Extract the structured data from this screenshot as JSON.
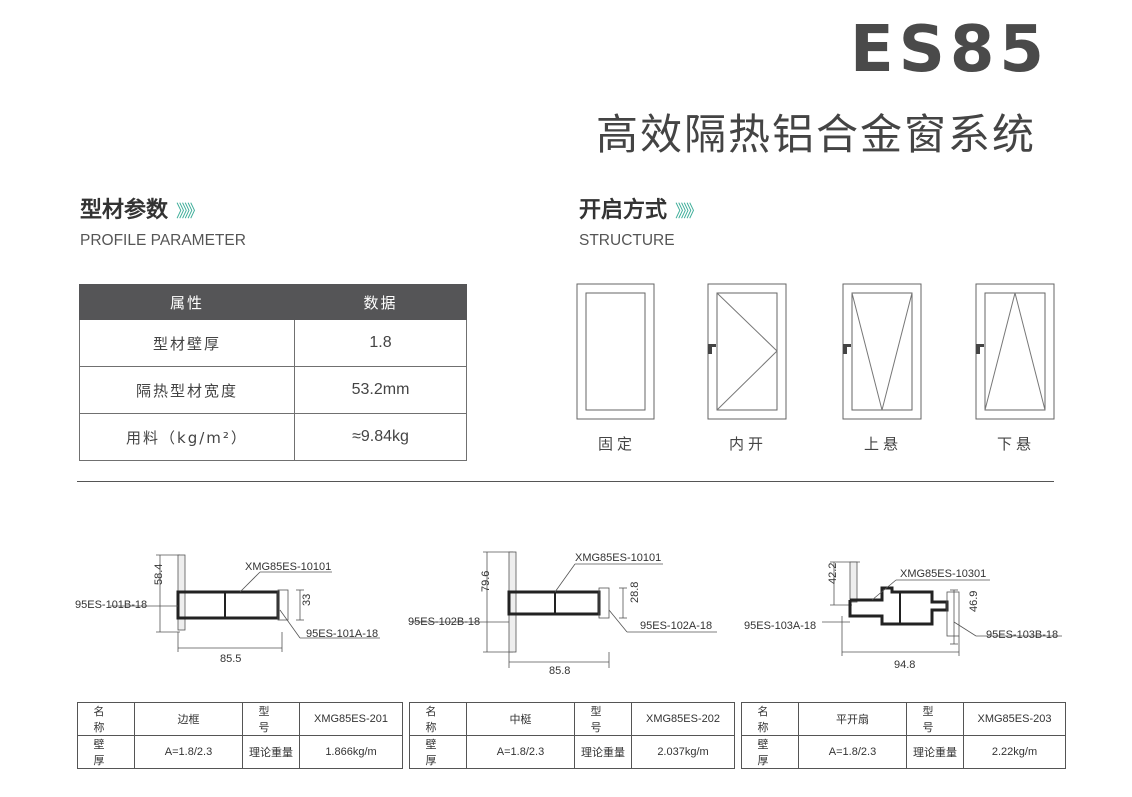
{
  "header": {
    "model": "ES85",
    "subtitle": "高效隔热铝合金窗系统"
  },
  "profile_section": {
    "title_zh": "型材参数",
    "arrows": "》》》",
    "title_en": "PROFILE PARAMETER",
    "table": {
      "headers": [
        "属性",
        "数据"
      ],
      "rows": [
        {
          "attr": "型材壁厚",
          "value": "1.8"
        },
        {
          "attr": "隔热型材宽度",
          "value": "53.2mm"
        },
        {
          "attr": "用料（kg/m²）",
          "value": "≈9.84kg"
        }
      ]
    }
  },
  "structure_section": {
    "title_zh": "开启方式",
    "arrows": "》》》",
    "title_en": "STRUCTURE",
    "windows": [
      {
        "label": "固定",
        "type": "fixed-window-icon"
      },
      {
        "label": "内开",
        "type": "inward-casement-icon"
      },
      {
        "label": "上悬",
        "type": "top-hung-icon"
      },
      {
        "label": "下悬",
        "type": "bottom-hung-icon"
      }
    ]
  },
  "profiles": [
    {
      "part_code": "XMG85ES-10101",
      "left_code": "95ES-101B-18",
      "right_code": "95ES-101A-18",
      "height_dim": "58.4",
      "side_dim": "33",
      "width_dim": "85.5",
      "spec": {
        "name_label": "名 称",
        "name": "边框",
        "model_label": "型 号",
        "model": "XMG85ES-201",
        "wall_label": "壁 厚",
        "wall": "A=1.8/2.3",
        "weight_label": "理论重量",
        "weight": "1.866kg/m"
      }
    },
    {
      "part_code": "XMG85ES-10101",
      "left_code": "95ES-102B-18",
      "right_code": "95ES-102A-18",
      "height_dim": "79.6",
      "side_dim": "28.8",
      "width_dim": "85.8",
      "spec": {
        "name_label": "名 称",
        "name": "中梃",
        "model_label": "型 号",
        "model": "XMG85ES-202",
        "wall_label": "壁 厚",
        "wall": "A=1.8/2.3",
        "weight_label": "理论重量",
        "weight": "2.037kg/m"
      }
    },
    {
      "part_code": "XMG85ES-10301",
      "left_code": "95ES-103A-18",
      "right_code": "95ES-103B-18",
      "height_dim": "42.2",
      "side_dim": "46.9",
      "width_dim": "94.8",
      "spec": {
        "name_label": "名 称",
        "name": "平开扇",
        "model_label": "型 号",
        "model": "XMG85ES-203",
        "wall_label": "壁 厚",
        "wall": "A=1.8/2.3",
        "weight_label": "理论重量",
        "weight": "2.22kg/m"
      }
    }
  ]
}
